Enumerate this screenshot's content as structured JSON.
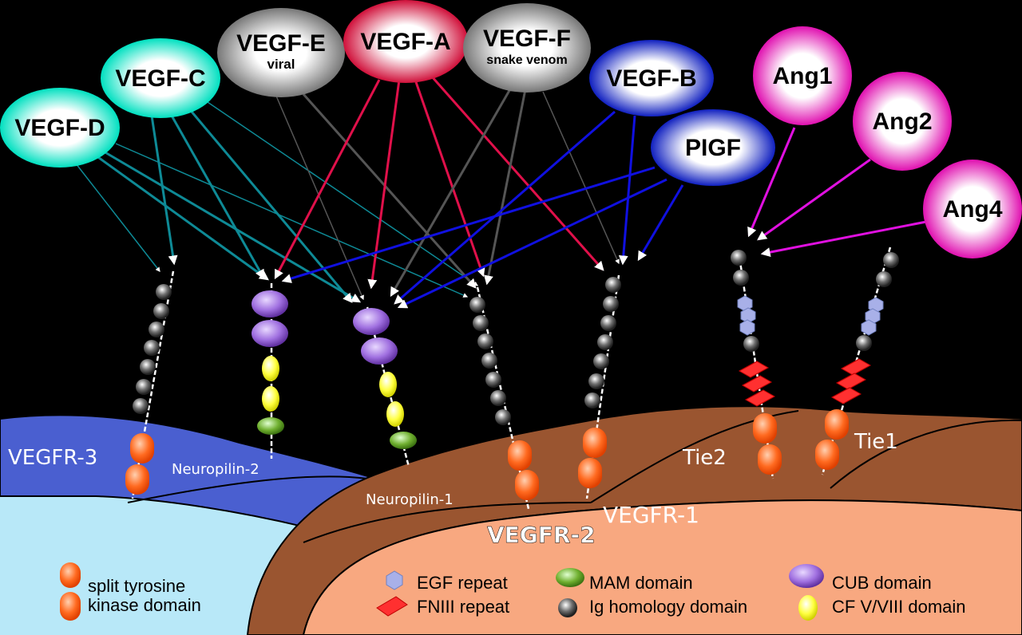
{
  "ligands": {
    "vegf_d": {
      "name": "VEGF-D",
      "color": "#1de9c8"
    },
    "vegf_c": {
      "name": "VEGF-C",
      "color": "#1de9c8"
    },
    "vegf_e": {
      "name": "VEGF-E",
      "sub": "viral",
      "color": "#b0b0b0"
    },
    "vegf_a": {
      "name": "VEGF-A",
      "color": "#d0103a"
    },
    "vegf_f": {
      "name": "VEGF-F",
      "sub": "snake venom",
      "color": "#b0b0b0"
    },
    "vegf_b": {
      "name": "VEGF-B",
      "color": "#1d2fd0"
    },
    "pigf": {
      "name": "PIGF",
      "color": "#1d2fd0"
    },
    "ang1": {
      "name": "Ang1",
      "color": "#e010b0"
    },
    "ang2": {
      "name": "Ang2",
      "color": "#e010b0"
    },
    "ang4": {
      "name": "Ang4",
      "color": "#e010b0"
    }
  },
  "receptors": {
    "vegfr3": "VEGFR-3",
    "neuropilin2": "Neuropilin-2",
    "neuropilin1": "Neuropilin-1",
    "vegfr2": "VEGFR-2",
    "vegfr1": "VEGFR-1",
    "tie2": "Tie2",
    "tie1": "Tie1"
  },
  "legend": {
    "kinase_line1": "split tyrosine",
    "kinase_line2": "kinase domain",
    "egf": "EGF repeat",
    "fniii": "FNIII repeat",
    "mam": "MAM domain",
    "ig": "Ig homology domain",
    "cub": "CUB domain",
    "cf": "CF V/VIII domain"
  },
  "colors": {
    "teal_arrow": "#0e8a96",
    "red_arrow": "#e0104a",
    "gray_arrow": "#555555",
    "blue_arrow": "#1010e0",
    "magenta_arrow": "#e010e0",
    "membrane_blue": "#4a5fd0",
    "membrane_brown": "#9a5530",
    "cytoplasm_light": "#b8e8f8",
    "cytoplasm_salmon": "#f8a880"
  }
}
